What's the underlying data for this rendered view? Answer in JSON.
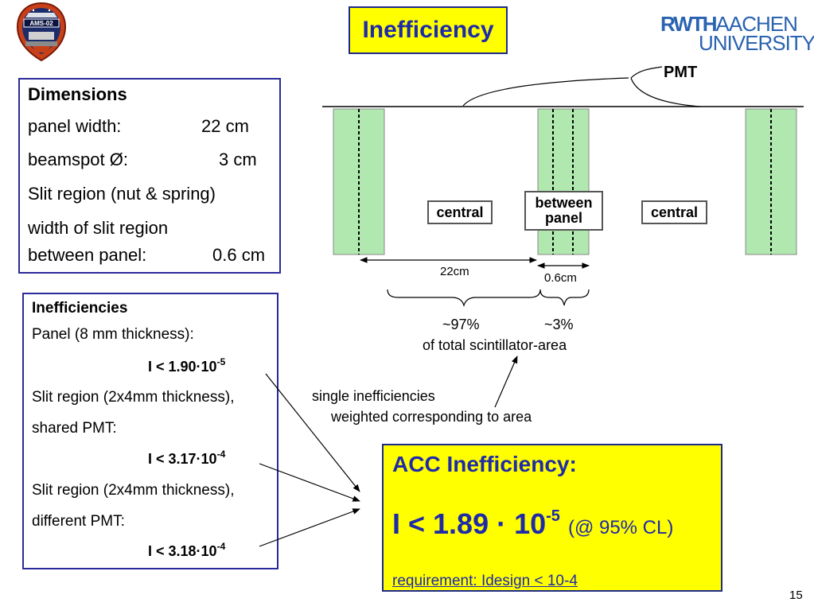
{
  "title": "Inefficiency",
  "logos": {
    "ams": "AMS-02",
    "rwth_line1_a": "RWTH",
    "rwth_line1_b": "AACHEN",
    "rwth_line2": "UNIVERSITY"
  },
  "dimensions": {
    "heading": "Dimensions",
    "panel_width_label": "panel width:",
    "panel_width_value": "22 cm",
    "beamspot_label": "beamspot Ø:",
    "beamspot_value": "3 cm",
    "slit_region": "Slit region (nut & spring)",
    "slit_width_label_1": "width of slit region",
    "slit_width_label_2": "between panel:",
    "slit_width_value": "0.6 cm"
  },
  "inefficiencies": {
    "heading": "Inefficiencies",
    "panel_label": "Panel (8 mm thickness):",
    "panel_value_base": "I < 1.90·10",
    "panel_value_exp": "-5",
    "slit_shared_label_1": "Slit region (2x4mm thickness),",
    "slit_shared_label_2": "shared PMT:",
    "slit_shared_value_base": "I < 3.17·10",
    "slit_shared_value_exp": "-4",
    "slit_diff_label_1": "Slit region (2x4mm thickness),",
    "slit_diff_label_2": "different PMT:",
    "slit_diff_value_base": "I < 3.18·10",
    "slit_diff_value_exp": "-4"
  },
  "diagram": {
    "pmt": "PMT",
    "central_left": "central",
    "between_line1": "between",
    "between_line2": "panel",
    "central_right": "central",
    "dim_22cm": "22cm",
    "dim_06cm": "0.6cm",
    "pct_97": "~97%",
    "pct_3": "~3%",
    "area_note": "of total scintillator-area",
    "weight_note_1": "single inefficiencies",
    "weight_note_2": "weighted corresponding to area"
  },
  "acc": {
    "heading": "ACC Inefficiency:",
    "value_base": "I < 1.89 · 10",
    "value_exp": "-5",
    "confidence": "(@ 95% CL)",
    "requirement": "requirement:  Idesign < 10-4"
  },
  "colors": {
    "accent_yellow": "#ffff00",
    "title_blue": "#1e2aa8",
    "panel_green": "#b0e8b0",
    "rwth_blue": "#2a63b0"
  },
  "page_number": "15"
}
